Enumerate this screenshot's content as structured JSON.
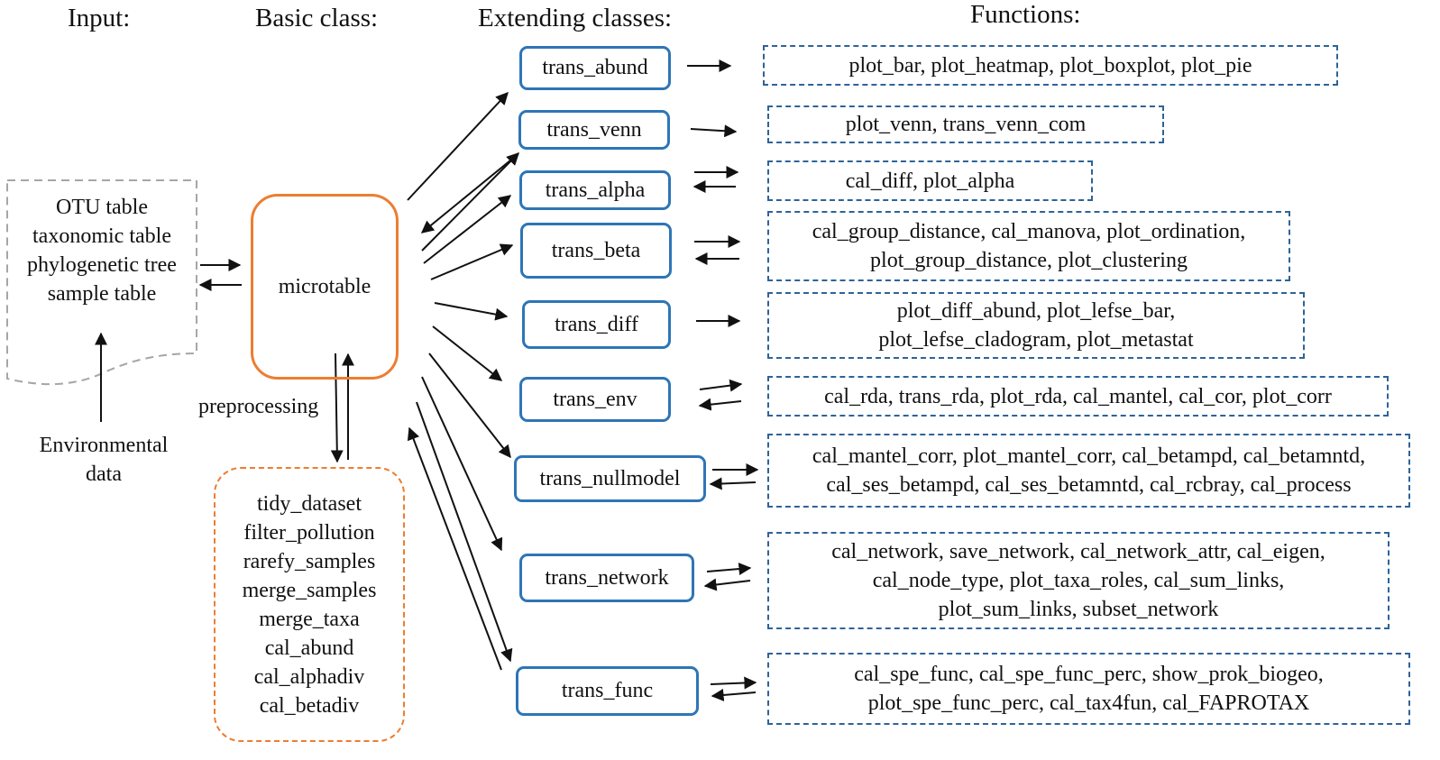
{
  "headers": {
    "input": "Input:",
    "basic": "Basic class:",
    "extending": "Extending classes:",
    "functions": "Functions:"
  },
  "input_doc": {
    "lines": [
      "OTU table",
      "taxonomic table",
      "phylogenetic tree",
      "sample table"
    ]
  },
  "environmental": {
    "lines": [
      "Environmental",
      "data"
    ]
  },
  "microtable": {
    "label": "microtable"
  },
  "preprocessing_label": "preprocessing",
  "preprocessing_methods": [
    "tidy_dataset",
    "filter_pollution",
    "rarefy_samples",
    "merge_samples",
    "merge_taxa",
    "cal_abund",
    "cal_alphadiv",
    "cal_betadiv"
  ],
  "classes": [
    {
      "name": "trans_abund",
      "functions": [
        "plot_bar, plot_heatmap, plot_boxplot, plot_pie"
      ]
    },
    {
      "name": "trans_venn",
      "functions": [
        "plot_venn, trans_venn_com"
      ]
    },
    {
      "name": "trans_alpha",
      "functions": [
        "cal_diff, plot_alpha"
      ]
    },
    {
      "name": "trans_beta",
      "functions": [
        "cal_group_distance, cal_manova, plot_ordination,",
        "plot_group_distance, plot_clustering"
      ]
    },
    {
      "name": "trans_diff",
      "functions": [
        "plot_diff_abund, plot_lefse_bar,",
        "plot_lefse_cladogram, plot_metastat"
      ]
    },
    {
      "name": "trans_env",
      "functions": [
        "cal_rda, trans_rda, plot_rda, cal_mantel, cal_cor, plot_corr"
      ]
    },
    {
      "name": "trans_nullmodel",
      "functions": [
        "cal_mantel_corr, plot_mantel_corr, cal_betampd, cal_betamntd,",
        "cal_ses_betampd, cal_ses_betamntd, cal_rcbray, cal_process"
      ]
    },
    {
      "name": "trans_network",
      "functions": [
        "cal_network, save_network, cal_network_attr, cal_eigen,",
        "cal_node_type, plot_taxa_roles, cal_sum_links,",
        "plot_sum_links, subset_network"
      ]
    },
    {
      "name": "trans_func",
      "functions": [
        "cal_spe_func, cal_spe_func_perc, show_prok_biogeo,",
        "plot_spe_func_perc, cal_tax4fun, cal_FAPROTAX"
      ]
    }
  ],
  "colors": {
    "class_border": "#2e75b6",
    "function_border": "#2e6399",
    "microtable_border": "#ed7d31",
    "input_border": "#a6a6a6"
  }
}
